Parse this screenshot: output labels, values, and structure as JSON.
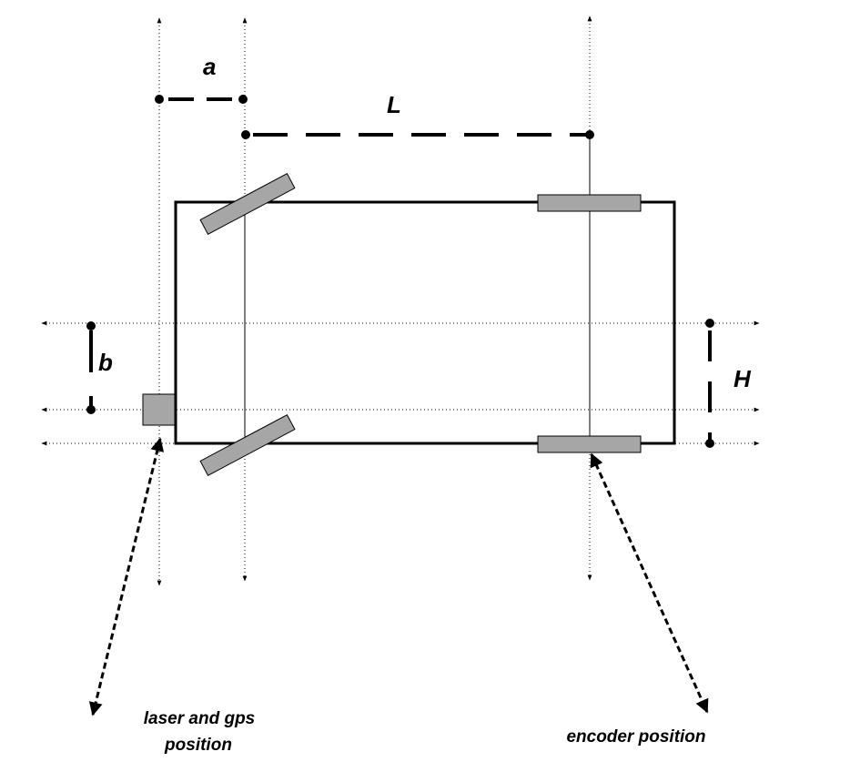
{
  "labels": {
    "a": "a",
    "L": "L",
    "b": "b",
    "H": "H",
    "laser_line1": "laser and gps",
    "laser_line2": "position",
    "encoder": "encoder position"
  },
  "colors": {
    "line": "#000000",
    "wheel_fill": "#a6a6a6",
    "sensor_fill": "#a6a6a6",
    "background": "#ffffff"
  }
}
